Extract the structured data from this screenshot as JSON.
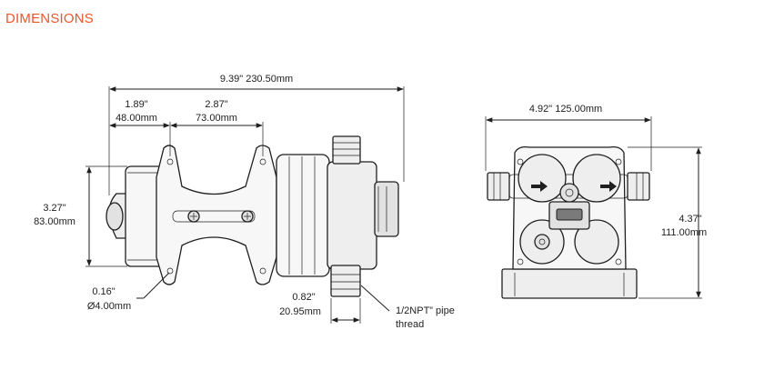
{
  "title": "DIMENSIONS",
  "side_view": {
    "overall_length": "9.39\"  230.50mm",
    "mount_offset_in": "1.89\"",
    "mount_offset_mm": "48.00mm",
    "mount_spacing_in": "2.87\"",
    "mount_spacing_mm": "73.00mm",
    "height_in": "3.27\"",
    "height_mm": "83.00mm",
    "hole_in": "0.16\"",
    "hole_mm": "Ø4.00mm",
    "port_in": "0.82\"",
    "port_mm": "20.95mm",
    "thread_line1": "1/2NPT” pipe",
    "thread_line2": "thread"
  },
  "front_view": {
    "width": "4.92\"  125.00mm",
    "height_in": "4.37\"",
    "height_mm": "111.00mm"
  }
}
